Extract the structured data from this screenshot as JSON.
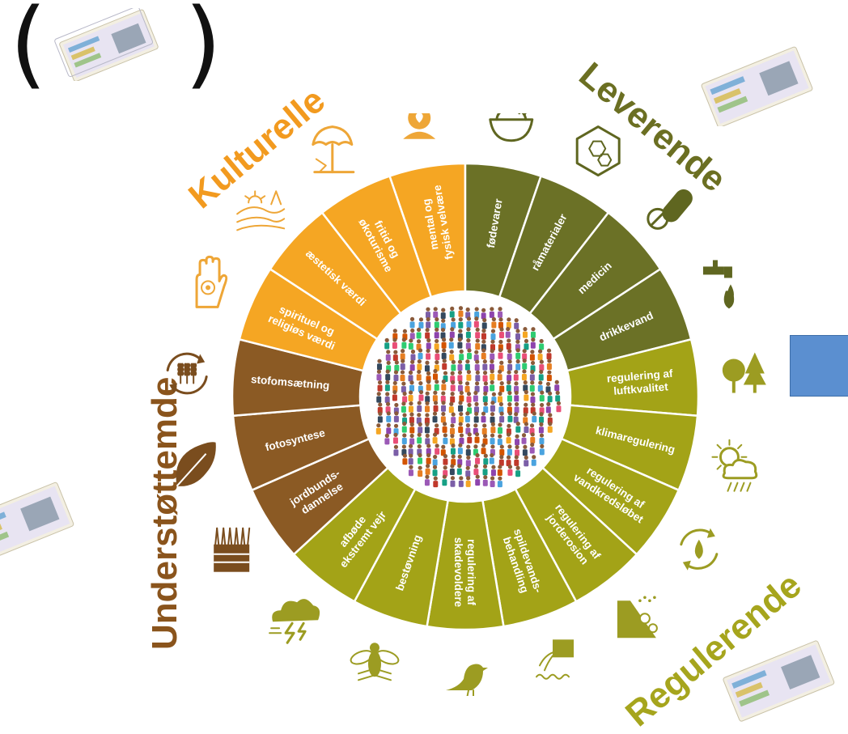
{
  "brackets": {
    "open": "(",
    "close": ")"
  },
  "categories": {
    "cultural": {
      "label": "Kulturelle",
      "color": "#f29a1f"
    },
    "provisioning": {
      "label": "Leverende",
      "color": "#6b6f22"
    },
    "supporting": {
      "label": "Understøttemde",
      "color": "#8a541c"
    },
    "regulating": {
      "label": "Regulerende",
      "color": "#a6a51d"
    }
  },
  "colors": {
    "cultural": "#f5a623",
    "provisioning": "#6b7126",
    "regulating": "#a3a317",
    "supporting": "#8b5a24",
    "icons_provisioning": "#5f6620",
    "icons_regulating": "#9c9c22",
    "icons_supporting": "#7a4d1e",
    "icons_cultural": "#eea637"
  },
  "wheel_segments": [
    {
      "group": "cultural",
      "lines": [
        "mental og",
        "fysisk velvære"
      ],
      "icon": "person-heart-icon"
    },
    {
      "group": "provisioning",
      "lines": [
        "fødevarer"
      ],
      "icon": "food-bowl-icon"
    },
    {
      "group": "provisioning",
      "lines": [
        "råmaterialer"
      ],
      "icon": "hexagon-materials-icon"
    },
    {
      "group": "provisioning",
      "lines": [
        "medicin"
      ],
      "icon": "pill-capsule-icon"
    },
    {
      "group": "provisioning",
      "lines": [
        "drikkevand"
      ],
      "icon": "water-tap-icon"
    },
    {
      "group": "regulating",
      "lines": [
        "regulering af",
        "luftkvalitet"
      ],
      "icon": "trees-icon"
    },
    {
      "group": "regulating",
      "lines": [
        "klimaregulering"
      ],
      "icon": "sun-cloud-rain-icon"
    },
    {
      "group": "regulating",
      "lines": [
        "regulering af",
        "vandkredsløbet"
      ],
      "icon": "water-cycle-icon"
    },
    {
      "group": "regulating",
      "lines": [
        "regulering af",
        "jorderosion"
      ],
      "icon": "landslide-icon"
    },
    {
      "group": "regulating",
      "lines": [
        "spildevands-",
        "behandling"
      ],
      "icon": "wastewater-pipe-icon"
    },
    {
      "group": "regulating",
      "lines": [
        "regulering af",
        "skadevoldere"
      ],
      "icon": "bird-icon"
    },
    {
      "group": "regulating",
      "lines": [
        "bestøvning"
      ],
      "icon": "bee-icon"
    },
    {
      "group": "regulating",
      "lines": [
        "afbøde",
        "ekstremt vejr"
      ],
      "icon": "storm-cloud-icon"
    },
    {
      "group": "supporting",
      "lines": [
        "jordbunds-",
        "dannelse"
      ],
      "icon": "soil-layers-icon"
    },
    {
      "group": "supporting",
      "lines": [
        "fotosyntese"
      ],
      "icon": "leaf-icon"
    },
    {
      "group": "supporting",
      "lines": [
        "stofomsætning"
      ],
      "icon": "nutrient-cycle-icon"
    },
    {
      "group": "cultural",
      "lines": [
        "spirituel og",
        "religiøs værdi"
      ],
      "icon": "hand-icon"
    },
    {
      "group": "cultural",
      "lines": [
        "æstetisk værdi"
      ],
      "icon": "landscape-icon"
    },
    {
      "group": "cultural",
      "lines": [
        "fritid og",
        "økoturisme"
      ],
      "icon": "beach-umbrella-icon"
    }
  ],
  "center": {
    "icon": "crowd-of-people-icon"
  },
  "decorations": [
    "banknotes-icon"
  ]
}
